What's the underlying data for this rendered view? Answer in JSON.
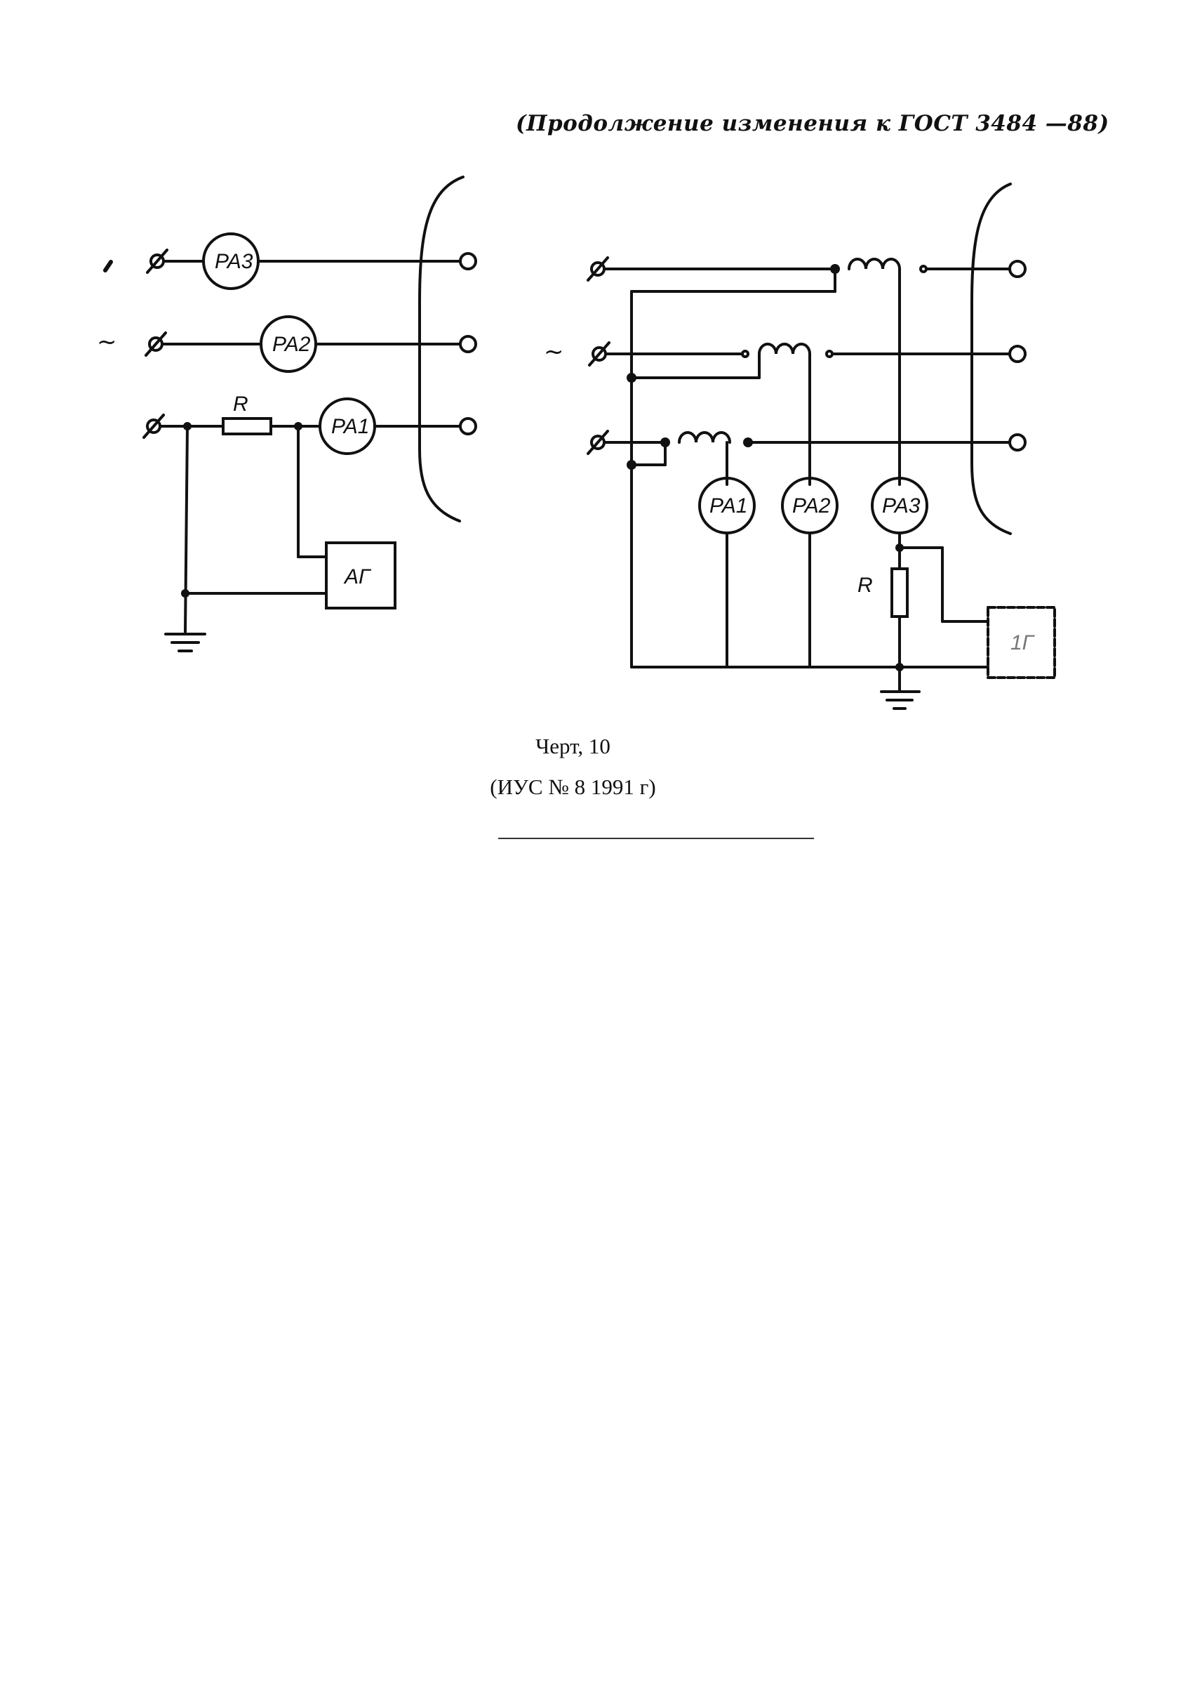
{
  "header": {
    "text": "(Продолжение изменения к ГОСТ 3484 —88)"
  },
  "caption": {
    "figure": "Черт, 10",
    "source": "(ИУС № 8 1991 г)"
  },
  "left_diagram": {
    "ac_symbol": "~",
    "resistor_label": "R",
    "meters": [
      "PA3",
      "PA2",
      "PA1"
    ],
    "generator_label": "АГ"
  },
  "right_diagram": {
    "ac_symbol": "~",
    "resistor_label": "R",
    "meters": [
      "PA1",
      "PA2",
      "PA3"
    ],
    "generator_label": "1Г"
  },
  "colors": {
    "ink": "#111111",
    "paper": "#ffffff"
  }
}
